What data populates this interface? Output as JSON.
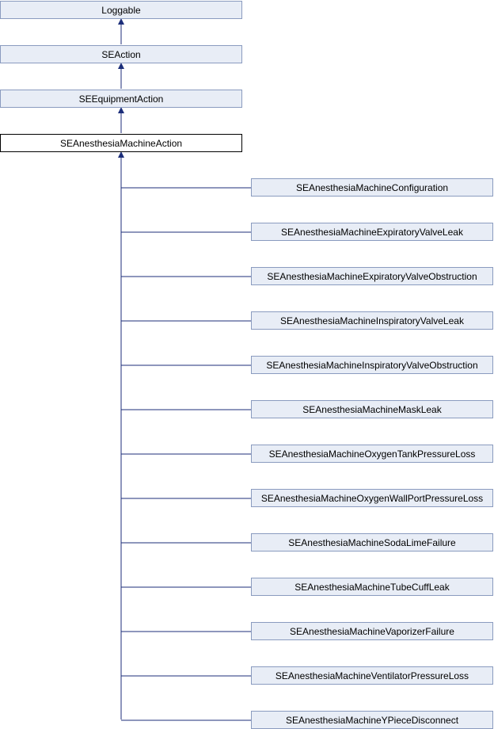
{
  "ancestors": [
    "Loggable",
    "SEAction",
    "SEEquipmentAction"
  ],
  "current": "SEAnesthesiaMachineAction",
  "children": [
    "SEAnesthesiaMachineConfiguration",
    "SEAnesthesiaMachineExpiratoryValveLeak",
    "SEAnesthesiaMachineExpiratoryValveObstruction",
    "SEAnesthesiaMachineInspiratoryValveLeak",
    "SEAnesthesiaMachineInspiratoryValveObstruction",
    "SEAnesthesiaMachineMaskLeak",
    "SEAnesthesiaMachineOxygenTankPressureLoss",
    "SEAnesthesiaMachineOxygenWallPortPressureLoss",
    "SEAnesthesiaMachineSodaLimeFailure",
    "SEAnesthesiaMachineTubeCuffLeak",
    "SEAnesthesiaMachineVaporizerFailure",
    "SEAnesthesiaMachineVentilatorPressureLoss",
    "SEAnesthesiaMachineYPieceDisconnect"
  ],
  "colors": {
    "node_fill": "#e8edf6",
    "node_border": "#8a9bbf",
    "current_fill": "#ffffff",
    "current_border": "#000000",
    "edge": "#1c2e7a"
  }
}
